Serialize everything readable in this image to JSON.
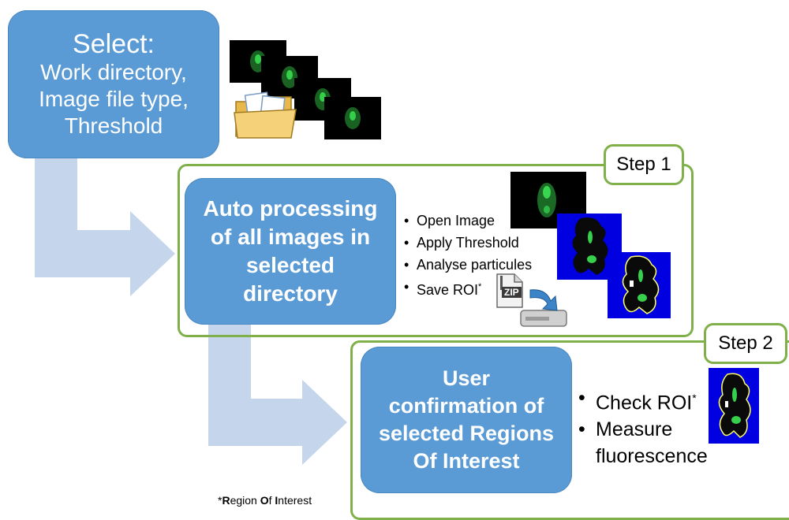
{
  "select_box": {
    "title": "Select:",
    "line1": "Work directory,",
    "line2": "Image file type,",
    "line3": "Threshold"
  },
  "step1": {
    "label": "Step 1",
    "box_line1": "Auto processing",
    "box_line2": "of all images in",
    "box_line3": "selected",
    "box_line4": "directory",
    "items": [
      "Open Image",
      "Apply Threshold",
      "Analyse particules",
      "Save ROI"
    ],
    "zip_label": "ZIP"
  },
  "step2": {
    "label": "Step 2",
    "box_line1": "User",
    "box_line2": "confirmation of",
    "box_line3": "selected Regions",
    "box_line4": "Of Interest",
    "item1": "Check ROI",
    "item2_line1": "Measure",
    "item2_line2": "fluorescence"
  },
  "footnote": {
    "star": "*",
    "r": "R",
    "r_rest": "egion ",
    "o": "O",
    "o_rest": "f ",
    "i": "I",
    "i_rest": "nterest"
  },
  "superscript_star": "*",
  "colors": {
    "box_blue": "#5b9bd5",
    "arrow_blue": "#c5d6ec",
    "frame_green": "#7fb04a",
    "fluor_green": "#2ecc40",
    "threshold_blue": "#0000e0"
  }
}
